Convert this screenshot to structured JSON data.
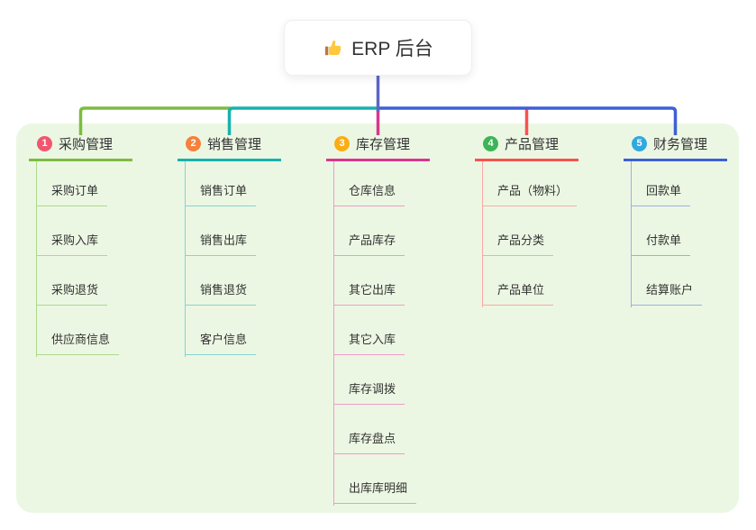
{
  "root": {
    "icon": "thumbs-up-icon",
    "label": "ERP 后台",
    "background": "#ffffff",
    "text_color": "#333333",
    "stem_color": "#5A66C6"
  },
  "panel": {
    "background": "#ECF7E3"
  },
  "branches": [
    {
      "number": "1",
      "label": "采购管理",
      "badge_color": "#F2566E",
      "line_color": "#7DBC41",
      "child_line_color": "#ACD88B",
      "children": [
        "采购订单",
        "采购入库",
        "采购退货",
        "供应商信息"
      ]
    },
    {
      "number": "2",
      "label": "销售管理",
      "badge_color": "#F5813C",
      "line_color": "#16B2AE",
      "child_line_color": "#82D5D1",
      "children": [
        "销售订单",
        "销售出库",
        "销售退货",
        "客户信息"
      ]
    },
    {
      "number": "3",
      "label": "库存管理",
      "badge_color": "#FBAD15",
      "line_color": "#D9368F",
      "child_line_color": "#F09AC7",
      "children": [
        "仓库信息",
        "产品库存",
        "其它出库",
        "其它入库",
        "库存调拨",
        "库存盘点",
        "出库库明细"
      ]
    },
    {
      "number": "4",
      "label": "产品管理",
      "badge_color": "#3CB458",
      "line_color": "#F7534F",
      "child_line_color": "#FAA9A5",
      "children": [
        "产品（物料）",
        "产品分类",
        "产品单位"
      ]
    },
    {
      "number": "5",
      "label": "财务管理",
      "badge_color": "#30A9E0",
      "line_color": "#3E5FD7",
      "child_line_color": "#9AAFE6",
      "children": [
        "回款单",
        "付款单",
        "结算账户"
      ]
    }
  ]
}
